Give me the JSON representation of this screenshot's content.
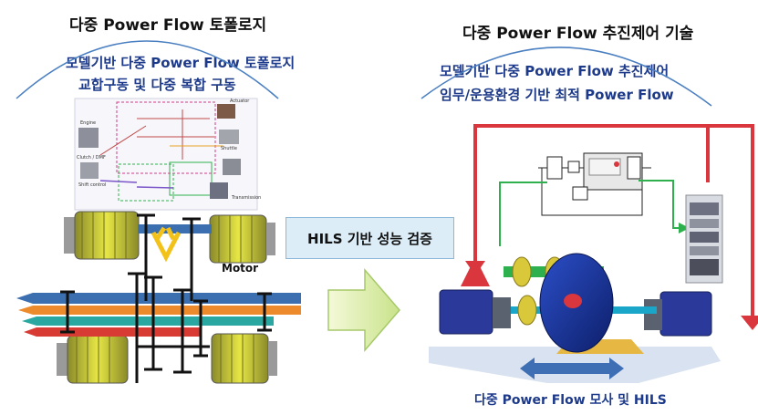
{
  "left": {
    "title": "다중 Power Flow 토폴로지",
    "line1": "모델기반 다중 Power Flow 토폴로지",
    "line2": "교합구동 및 다중 복합 구동",
    "motor_label": "Motor",
    "schematic_labels": [
      "Engine",
      "Actuator",
      "Clutch / DMF",
      "Shuttle",
      "Shift control",
      "Transmission"
    ]
  },
  "middle": {
    "box_label": "HILS 기반 성능 검증"
  },
  "right": {
    "title": "다중 Power Flow 추진제어 기술",
    "line1": "모델기반 다중 Power Flow 추진제어",
    "line2": "임무/운용환경 기반 최적 Power Flow",
    "caption": "다중 Power Flow 모사 및 HILS"
  },
  "colors": {
    "arc": "#4a7fc1",
    "text_blue": "#1d3a8a",
    "red_line": "#d9363e",
    "green_line": "#2fb04e",
    "flow_blue": "#3b6fb0",
    "flow_orange": "#ec8a2c",
    "flow_teal": "#2aa7a0",
    "flow_red": "#d83a34",
    "motor_yellow": "#c8c82c"
  }
}
